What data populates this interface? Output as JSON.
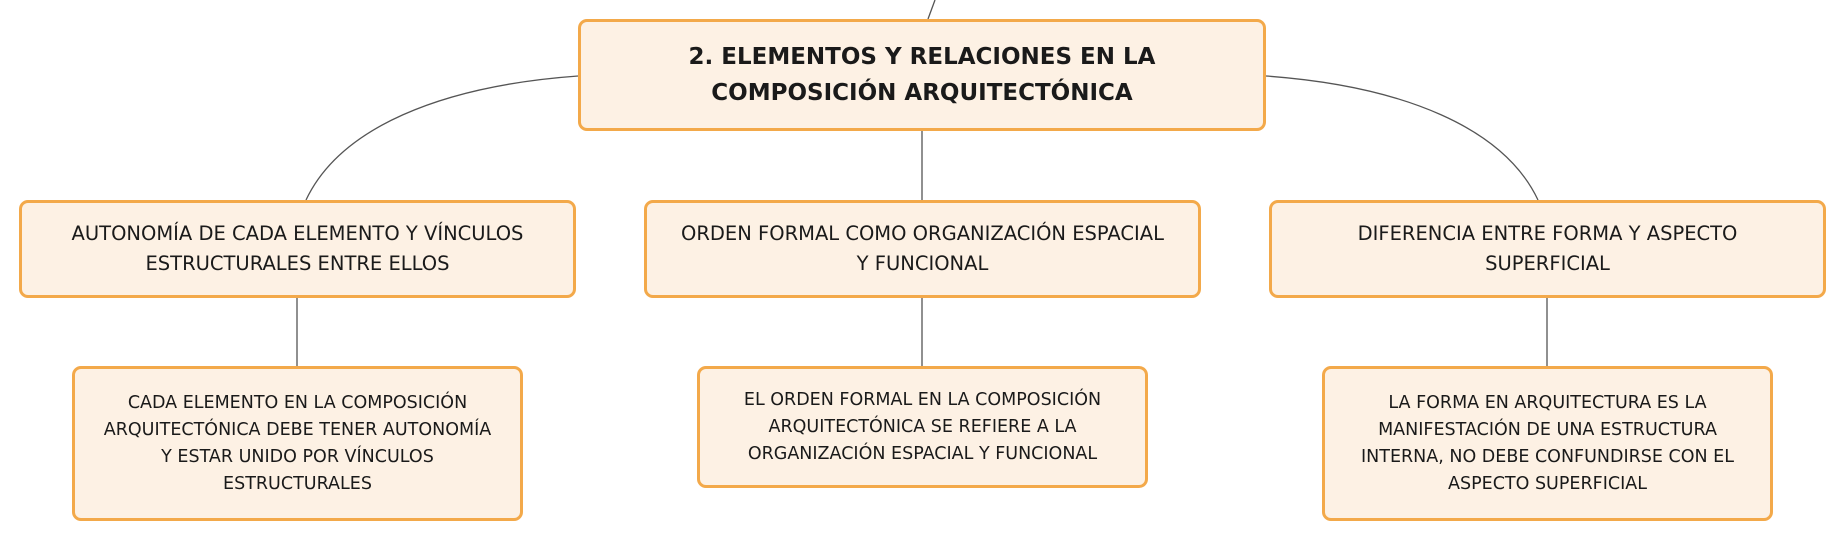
{
  "root": {
    "label": "2. ELEMENTOS Y RELACIONES EN LA COMPOSICIÓN ARQUITECTÓNICA"
  },
  "branches": [
    {
      "label": "AUTONOMÍA DE CADA ELEMENTO Y VÍNCULOS ESTRUCTURALES ENTRE ELLOS",
      "detail": "CADA ELEMENTO EN LA COMPOSICIÓN ARQUITECTÓNICA DEBE TENER AUTONOMÍA Y ESTAR UNIDO POR VÍNCULOS ESTRUCTURALES"
    },
    {
      "label": "ORDEN FORMAL COMO ORGANIZACIÓN ESPACIAL Y FUNCIONAL",
      "detail": "EL ORDEN FORMAL EN LA COMPOSICIÓN ARQUITECTÓNICA SE REFIERE A LA ORGANIZACIÓN ESPACIAL Y FUNCIONAL"
    },
    {
      "label": "DIFERENCIA ENTRE FORMA Y ASPECTO SUPERFICIAL",
      "detail": "LA FORMA EN ARQUITECTURA ES LA MANIFESTACIÓN DE UNA ESTRUCTURA INTERNA, NO DEBE CONFUNDIRSE CON EL ASPECTO SUPERFICIAL"
    }
  ],
  "colors": {
    "node_fill": "#fdf1e4",
    "node_border": "#f3a94a",
    "connector": "#555555",
    "text": "#1a1a1a"
  }
}
